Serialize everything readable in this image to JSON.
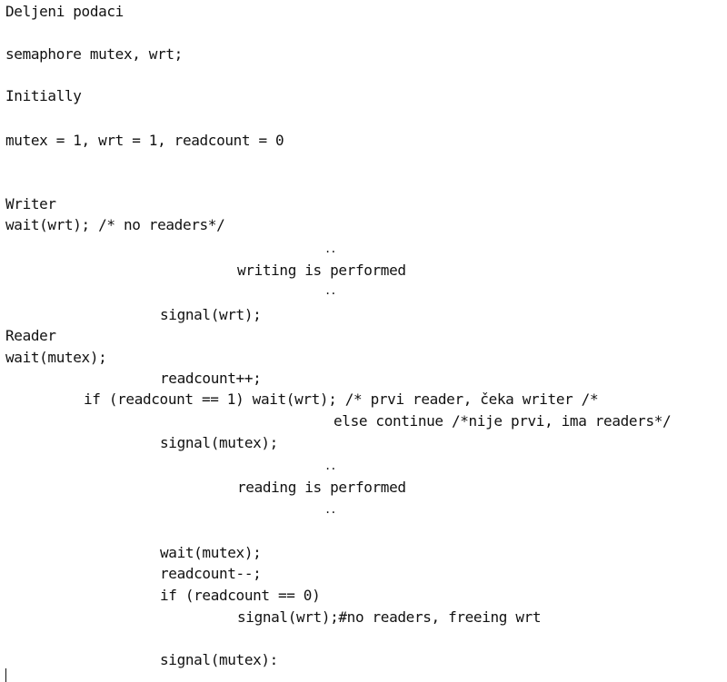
{
  "document": {
    "lines": {
      "l01": "Deljeni podaci",
      "l02": "semaphore mutex, wrt;",
      "l03": "Initially",
      "l04": "mutex = 1, wrt = 1, readcount = 0",
      "l05": "Writer",
      "l06": "wait(wrt); /* no readers*/",
      "l07": "..",
      "l08": "writing is performed",
      "l09": "..",
      "l10": "signal(wrt);",
      "l11": "Reader",
      "l12": "wait(mutex);",
      "l13": "readcount++;",
      "l14": "if (readcount == 1) wait(wrt); /* prvi reader, čeka writer /*",
      "l15": "else continue /*nije prvi, ima readers*/",
      "l16": "signal(mutex);",
      "l17": "..",
      "l18": "reading is performed",
      "l19": "..",
      "l20": "wait(mutex);",
      "l21": "readcount--;",
      "l22": "if (readcount == 0)",
      "l23": "signal(wrt);#no readers, freeing wrt",
      "l24": "signal(mutex):"
    }
  }
}
